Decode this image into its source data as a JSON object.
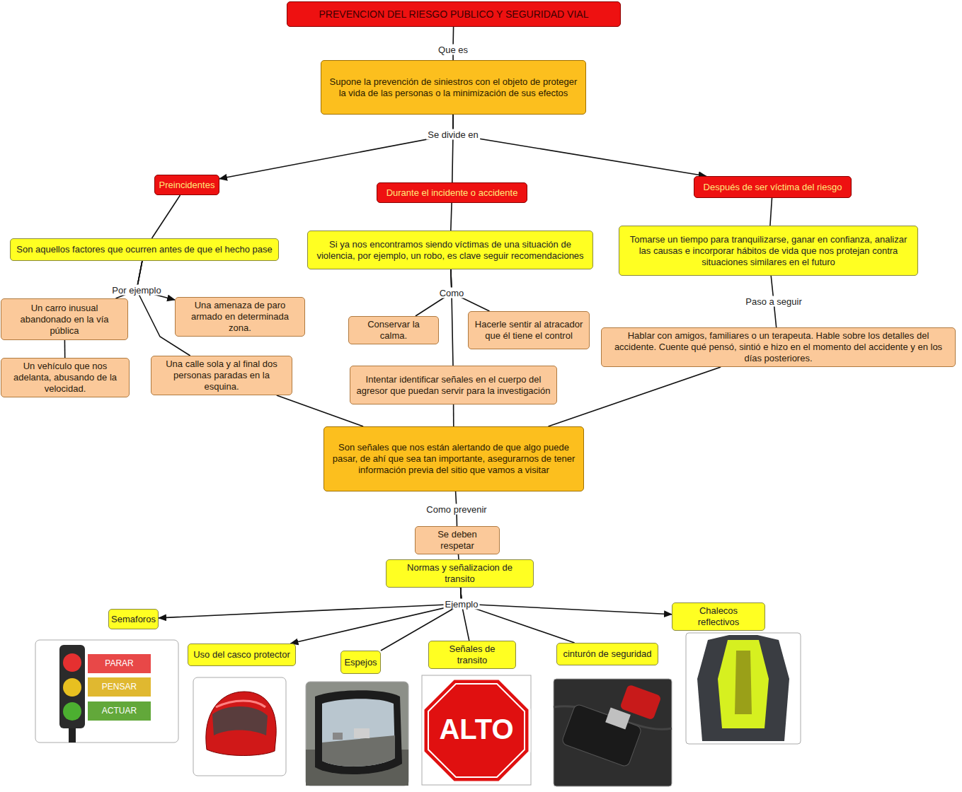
{
  "diagram": {
    "nodes": [
      {
        "text": [
          "PREVENCION DEL RIESGO PUBLICO Y SEGURIDAD VIAL"
        ]
      },
      {
        "text": [
          "Supone la prevención de siniestros con el objeto de proteger la vida de las personas o la minimización de sus efectos"
        ]
      },
      {
        "text": [
          "Preincidentes"
        ]
      },
      {
        "text": [
          "Durante el incidente o accidente"
        ]
      },
      {
        "text": [
          "Después de ser víctima del riesgo"
        ]
      },
      {
        "text": [
          "Son aquellos factores que ocurren antes de que el hecho pase"
        ]
      },
      {
        "text": [
          "Si ya nos encontramos siendo víctimas de una situación de violencia, por ejemplo, un robo, es clave seguir recomendaciones"
        ]
      },
      {
        "text": [
          "Tomarse un tiempo para tranquilizarse, ganar en confianza, analizar las causas e incorporar hábitos de vida que nos protejan contra situaciones similares en el futuro"
        ]
      },
      {
        "text": [
          "Un carro inusual abandonado en la vía pública"
        ]
      },
      {
        "text": [
          "Una amenaza de paro armado en determinada zona."
        ]
      },
      {
        "text": [
          "Conservar la calma."
        ]
      },
      {
        "text": [
          "Hacerle sentir al atracador que él tiene el control"
        ]
      },
      {
        "text": [
          "Hablar con amigos, familiares o un terapeuta. Hable sobre los detalles del accidente. Cuente qué pensó, sintió e hizo en el momento del accidente y en los días posteriores."
        ]
      },
      {
        "text": [
          "Un vehículo que nos adelanta, abusando de la velocidad."
        ]
      },
      {
        "text": [
          "Una calle sola y al final dos personas paradas en la esquina."
        ]
      },
      {
        "text": [
          "Intentar identificar señales en el cuerpo del agresor que puedan servir para la investigación"
        ]
      },
      {
        "text": [
          "Son señales que nos están alertando de que algo puede pasar, de ahí que sea tan importante, asegurarnos de tener información previa del sitio que vamos a visitar"
        ]
      },
      {
        "text": [
          "Se deben respetar"
        ]
      },
      {
        "text": [
          "Normas y señalizacion de transito"
        ]
      },
      {
        "text": [
          "Semaforos"
        ]
      },
      {
        "text": [
          "Chalecos reflectivos"
        ]
      },
      {
        "text": [
          "Uso del casco protector"
        ]
      },
      {
        "text": [
          "Espejos"
        ]
      },
      {
        "text": [
          "Señales de transito"
        ]
      },
      {
        "text": [
          "cinturón de seguridad"
        ]
      }
    ],
    "edges": [
      {
        "from": 0,
        "to": 1,
        "arrow": "none",
        "label": "Que es"
      },
      {
        "from": 1,
        "to": 2,
        "arrow": "to"
      },
      {
        "from": 1,
        "to": 3,
        "arrow": "none",
        "label": "Se divide en"
      },
      {
        "from": 1,
        "to": 4,
        "arrow": "to"
      },
      {
        "from": 2,
        "to": 5,
        "arrow": "none"
      },
      {
        "from": 3,
        "to": 6,
        "arrow": "none"
      },
      {
        "from": 4,
        "to": 7,
        "arrow": "none"
      },
      {
        "from": 5,
        "to": 8,
        "arrow": "none"
      },
      {
        "from": 5,
        "to": 9,
        "arrow": "to",
        "label": "Por ejemplo"
      },
      {
        "from": 5,
        "to": 14,
        "arrow": "none"
      },
      {
        "from": 8,
        "to": 13,
        "arrow": "none"
      },
      {
        "from": 6,
        "to": 10,
        "arrow": "none"
      },
      {
        "from": 6,
        "to": 11,
        "arrow": "none"
      },
      {
        "from": 6,
        "to": 15,
        "arrow": "none",
        "label": "Como"
      },
      {
        "from": 7,
        "to": 12,
        "arrow": "none",
        "label": "Paso a seguir"
      },
      {
        "from": 14,
        "to": 16,
        "arrow": "none"
      },
      {
        "from": 15,
        "to": 16,
        "arrow": "none"
      },
      {
        "from": 12,
        "to": 16,
        "arrow": "none"
      },
      {
        "from": 16,
        "to": 17,
        "arrow": "none",
        "label": "Como prevenir"
      },
      {
        "from": 17,
        "to": 18,
        "arrow": "none"
      },
      {
        "from": 18,
        "to": 19,
        "arrow": "to"
      },
      {
        "from": 18,
        "to": 21,
        "arrow": "to"
      },
      {
        "from": 18,
        "to": 22,
        "arrow": "none"
      },
      {
        "from": 18,
        "to": 23,
        "arrow": "none",
        "label": "Ejemplo"
      },
      {
        "from": 18,
        "to": 24,
        "arrow": "none"
      },
      {
        "from": 18,
        "to": 20,
        "arrow": "to"
      }
    ],
    "labels": [
      "PARAR",
      "PENSAR",
      "ACTUAR",
      "ALTO"
    ]
  }
}
